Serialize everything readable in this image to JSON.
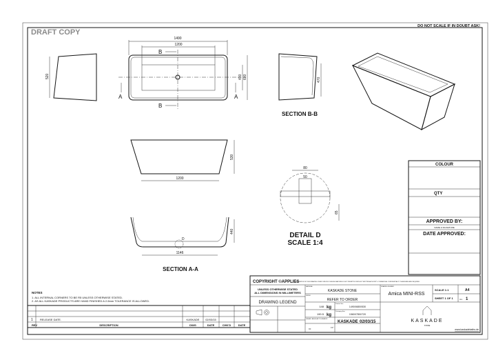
{
  "header": {
    "watermark": "DRAFT COPY",
    "warning": "DO NOT SCALE IF IN DOUBT ASK!"
  },
  "views": {
    "side_dim": "520",
    "plan": {
      "overall_length": "1490",
      "inner_length": "1200",
      "inner_width": "490",
      "overall_width": "680",
      "section_a": "A",
      "section_b": "B"
    },
    "section_bb": {
      "label": "SECTION B-B",
      "depth": "470"
    },
    "front": {
      "length": "1200",
      "height": "530"
    },
    "section_aa": {
      "label": "SECTION A-A",
      "depth": "440",
      "length": "1146",
      "detail_marker": "D"
    },
    "detail_d": {
      "label": "DETAIL D",
      "scale": "SCALE 1:4",
      "outer": "80",
      "inner": "50",
      "height": "65"
    }
  },
  "side_panel": {
    "colour": "COLOUR",
    "qty": "QTY",
    "approved_by": "APPROVED BY:",
    "name_sig": "NAME & SIGNATURE",
    "date_approved": "DATE APPROVED:"
  },
  "notes": {
    "title": "NOTES",
    "lines": [
      "1. ALL INTERNAL CORNERS TO BE R5 UNLESS OTHERWISE STATED.",
      "2. AS ALL KASKADE PRODUCTS ARE HAND FINISHED A 2-5mm TOLERANCE IS ALLOWED."
    ]
  },
  "revisions": {
    "headers": [
      "REV",
      "DESCRIPTION",
      "DWG",
      "DATE",
      "CHK'D",
      "DATE"
    ],
    "rows": [
      {
        "rev": "1",
        "description": "RELEASE DATE.",
        "dwg": "KASKADE",
        "date": "02/03/15"
      }
    ]
  },
  "title_block": {
    "copyright": "COPYRIGHT ©APPLIES",
    "copyright_note": "DUPLICATION OF THIS DRAWING OR ANY SPECIFIC DESIGN FEATURES IS NOT PERMITTED WITHOUT WRITTEN AUTHORITY. COMMERCIAL CONFIDENTIALITY IS ASSUMED AND REQUIRED.",
    "units_1": "UNLESS OTHERWISE STATED",
    "units_2": "ALL DIMENSIONS IN MILLIMETERS",
    "legend": "DRAWING LEGEND",
    "material_label": "MATERIAL",
    "material": "KASKADE STONE",
    "finish_label": "FINISH",
    "finish": "REFER TO ORDER",
    "weight": "148",
    "weight_unit": "kg",
    "weight2": "190.5",
    "weight2_unit": "kg",
    "product_size_label": "Product Size",
    "product_size": "1490X680X530",
    "package_label": "Packaging Size",
    "package_size": "1560X780X720",
    "tolerance_label": "LINEAR / ANGULAR TOLERANCE",
    "tolerance": "±1°",
    "tol_x": "±0",
    "drawn": "KASKADE",
    "date": "02/03/15",
    "drawing_number_label": "DRAWING NUMBER",
    "drawing_number": "Amica MINI-RSS",
    "scale": "SCALE 1:1",
    "size": "A4",
    "sheet": "SHEET 1 OF 1",
    "rev_label": "REV.",
    "rev": "1",
    "brand": "KASKADE",
    "brand_sub": "STONE",
    "website": "www.kaskadebaths.de"
  }
}
